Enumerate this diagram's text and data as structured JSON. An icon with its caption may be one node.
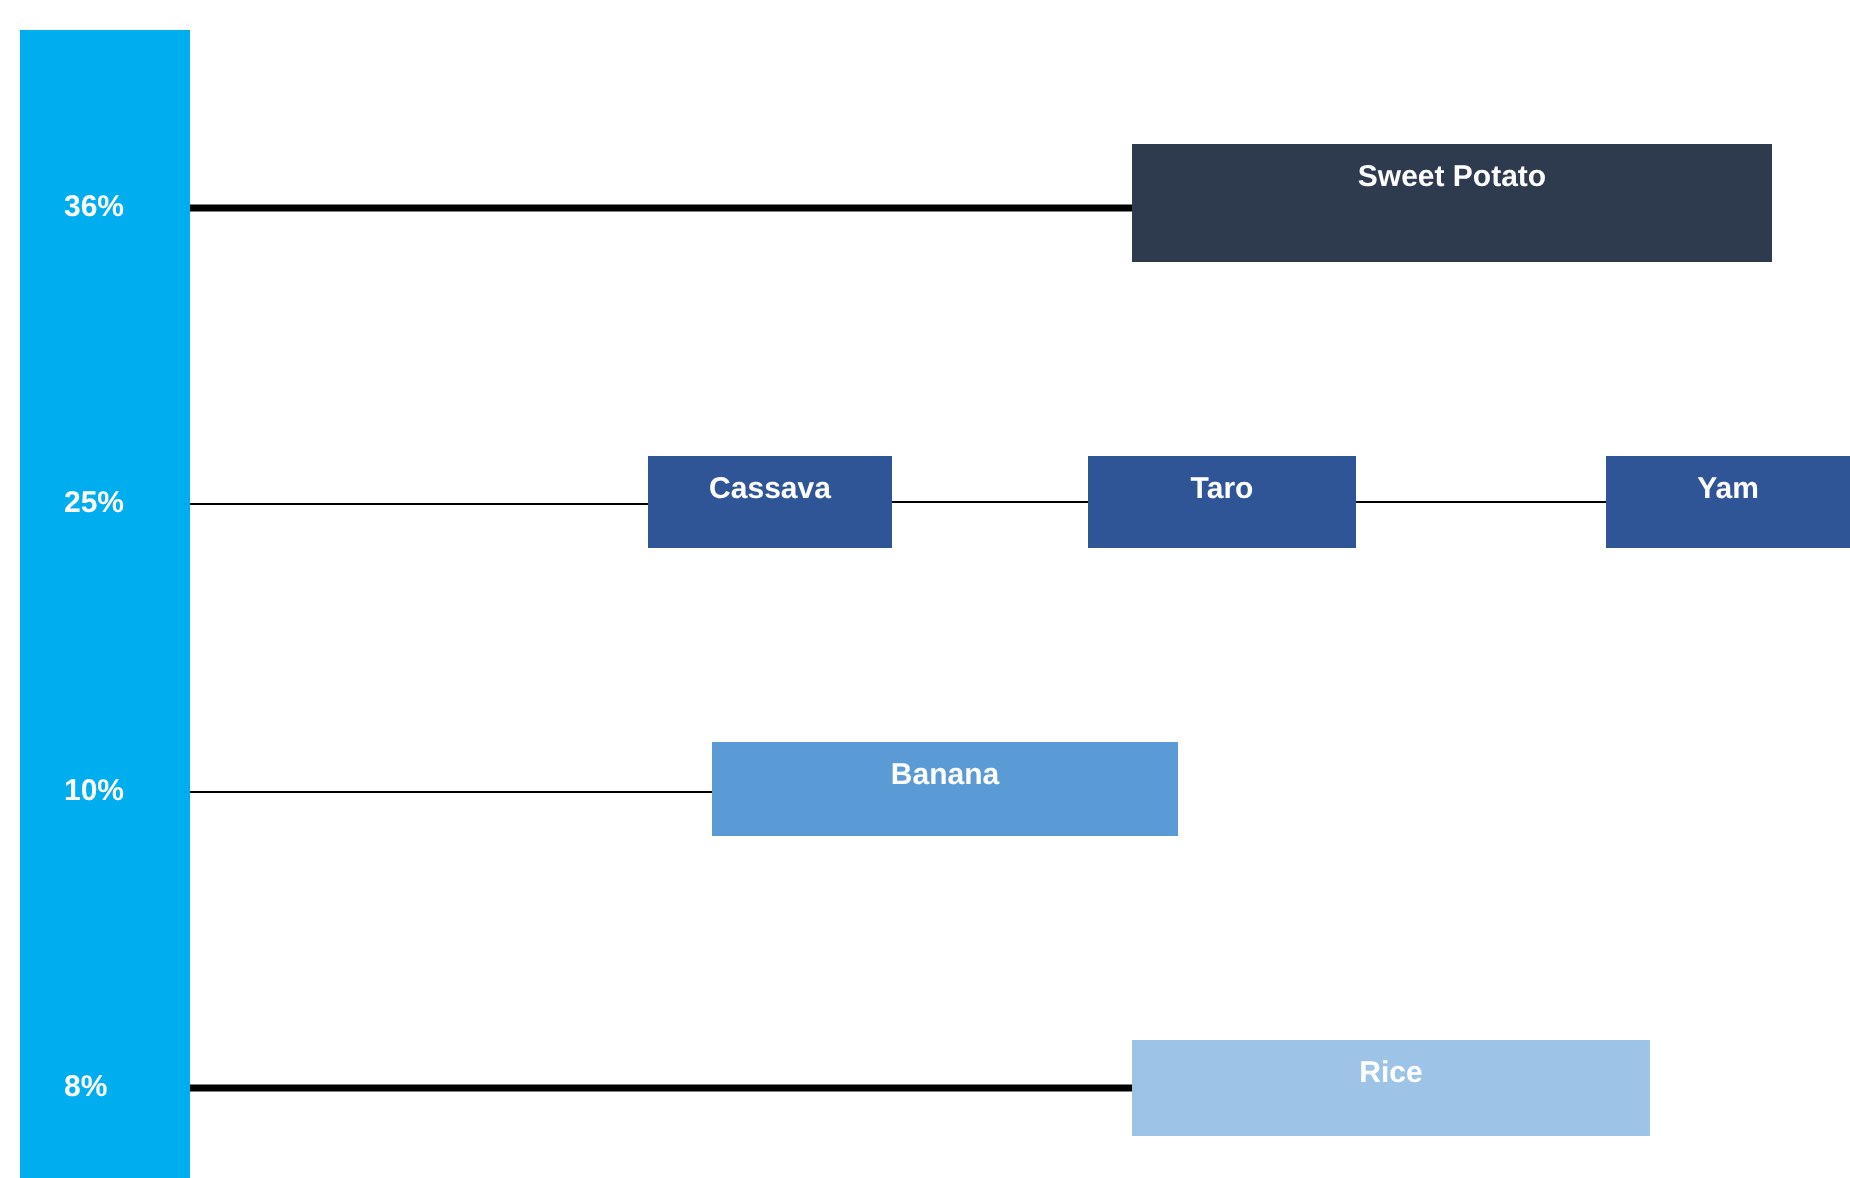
{
  "diagram": {
    "nodes": [
      {
        "text": [],
        "shape": "bar"
      },
      {
        "text": [
          "36%"
        ],
        "in": 0
      },
      {
        "text": [
          "Sweet Potato"
        ]
      },
      {
        "text": [
          "25%"
        ],
        "in": 0
      },
      {
        "text": [
          "Cassava"
        ]
      },
      {
        "text": [
          "Taro"
        ]
      },
      {
        "text": [
          "Yam"
        ]
      },
      {
        "text": [
          "10%"
        ],
        "in": 0
      },
      {
        "text": [
          "Banana"
        ]
      },
      {
        "text": [
          "8%"
        ],
        "in": 0
      },
      {
        "text": [
          "Rice"
        ]
      }
    ],
    "edges": [
      {
        "from": 1,
        "to": 2,
        "arrow": "none",
        "style": "thick"
      },
      {
        "from": 3,
        "to": 4,
        "arrow": "none"
      },
      {
        "from": 4,
        "to": 5,
        "arrow": "none"
      },
      {
        "from": 5,
        "to": 6,
        "arrow": "none"
      },
      {
        "from": 7,
        "to": 8,
        "arrow": "none"
      },
      {
        "from": 9,
        "to": 10,
        "arrow": "none",
        "style": "thick"
      }
    ]
  }
}
